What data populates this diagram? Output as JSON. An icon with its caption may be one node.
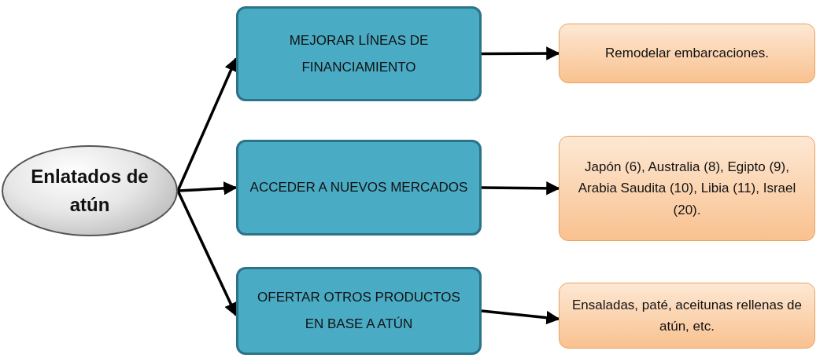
{
  "diagram": {
    "nodes": [
      {
        "text": [
          "Enlatados de atún"
        ]
      },
      {
        "text": [
          "MEJORAR LÍNEAS DE FINANCIAMIENTO"
        ]
      },
      {
        "text": [
          "ACCEDER A NUEVOS MERCADOS"
        ]
      },
      {
        "text": [
          "OFERTAR OTROS PRODUCTOS EN BASE A ATÚN"
        ]
      },
      {
        "text": [
          "Remodelar embarcaciones."
        ]
      },
      {
        "text": [
          "Japón (6), Australia (8), Egipto (9), Arabia Saudita (10), Libia (11), Israel (20)."
        ]
      },
      {
        "text": [
          "Ensaladas, paté, aceitunas rellenas de atún, etc."
        ]
      }
    ],
    "edges": [
      {
        "from": 0,
        "to": 1,
        "arrow": "to"
      },
      {
        "from": 0,
        "to": 2,
        "arrow": "to"
      },
      {
        "from": 0,
        "to": 3,
        "arrow": "to"
      },
      {
        "from": 1,
        "to": 4,
        "arrow": "to"
      },
      {
        "from": 2,
        "to": 5,
        "arrow": "to"
      },
      {
        "from": 3,
        "to": 6,
        "arrow": "to"
      }
    ]
  }
}
